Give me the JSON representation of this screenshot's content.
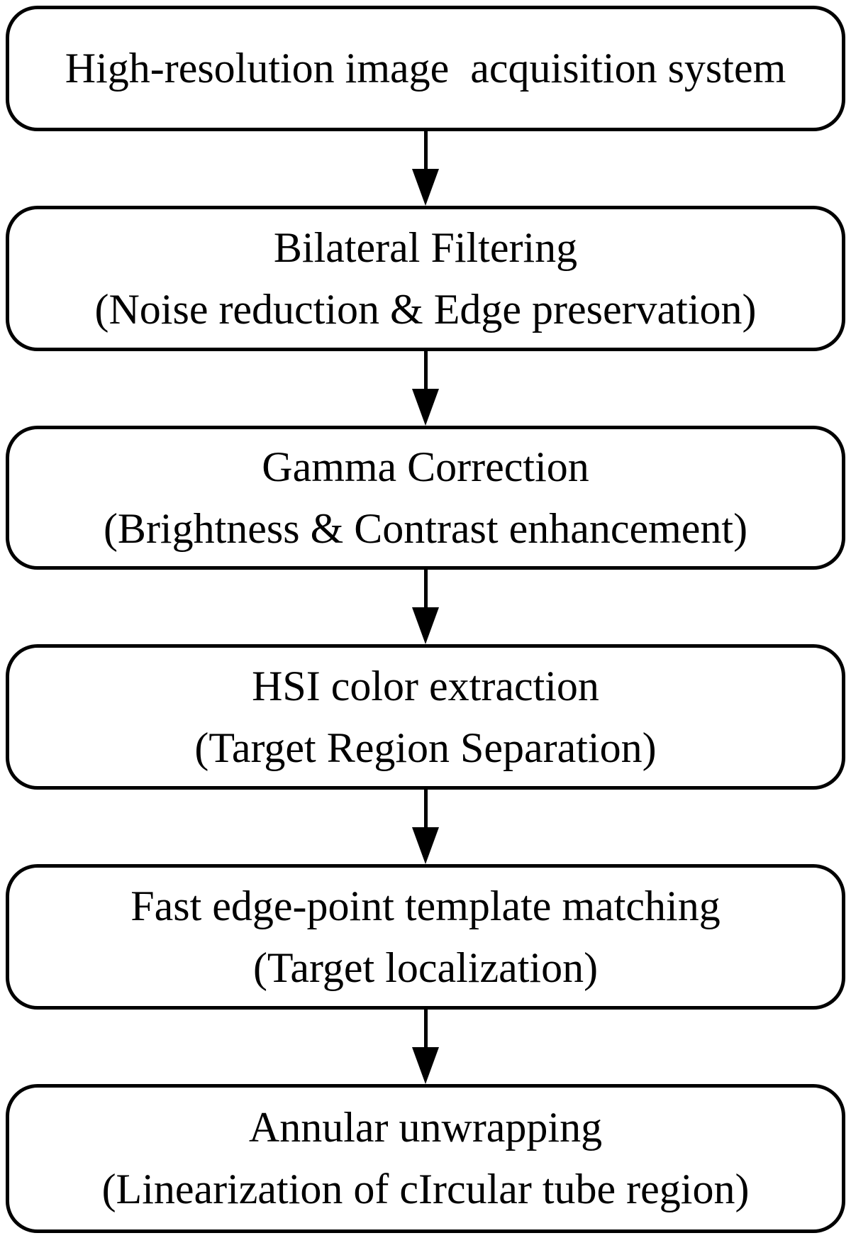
{
  "flowchart": {
    "title": "Image processing pipeline flowchart",
    "colors": {
      "background": "#ffffff",
      "border": "#000000",
      "text": "#000000",
      "arrow": "#000000"
    },
    "steps": [
      {
        "line1": "High-resolution image  acquisition system",
        "line2": ""
      },
      {
        "line1": "Bilateral Filtering",
        "line2": "(Noise reduction & Edge preservation)"
      },
      {
        "line1": "Gamma Correction",
        "line2": "(Brightness & Contrast enhancement)"
      },
      {
        "line1": "HSI color extraction",
        "line2": "(Target Region Separation)"
      },
      {
        "line1": "Fast edge-point template matching",
        "line2": "(Target localization)"
      },
      {
        "line1": "Annular unwrapping",
        "line2": "(Linearization of cIrcular tube region)"
      }
    ]
  }
}
